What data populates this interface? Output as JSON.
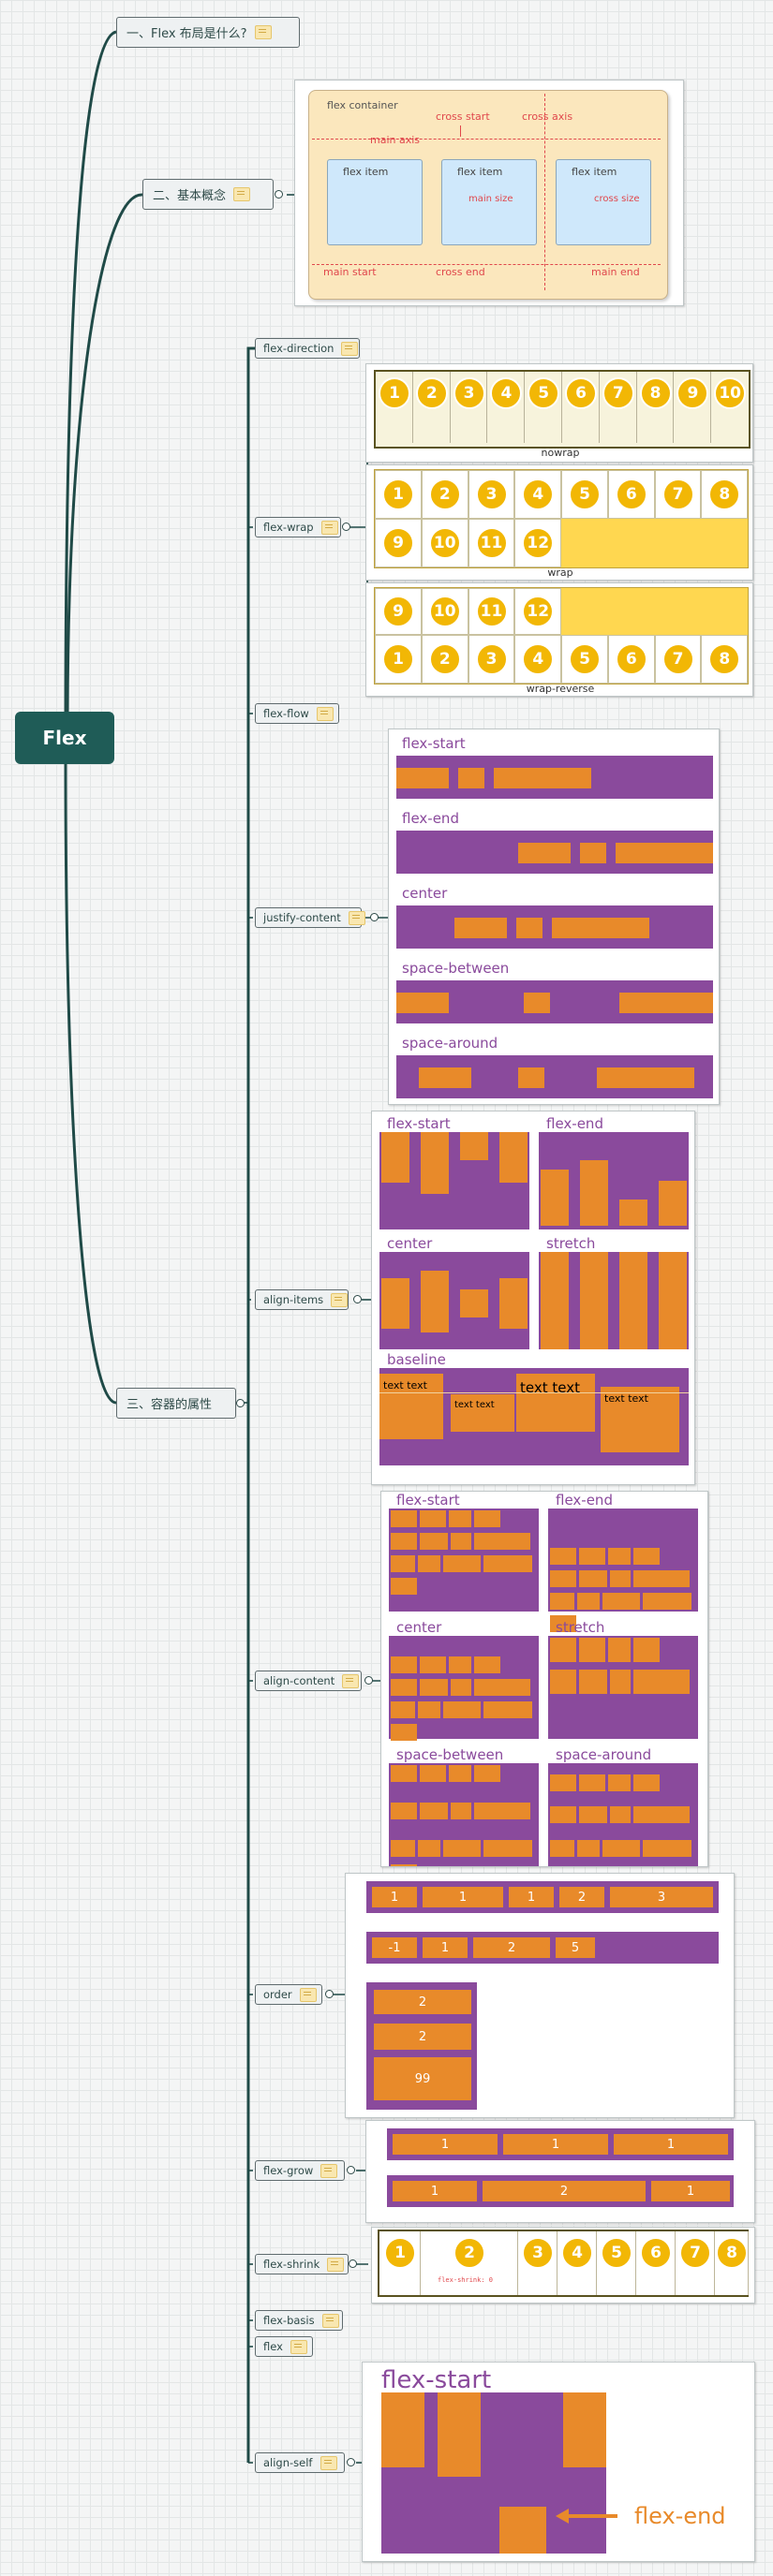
{
  "root": "Flex",
  "level1": [
    "一、Flex 布局是什么?",
    "二、基本概念",
    "三、容器的属性"
  ],
  "props": [
    "flex-direction",
    "flex-wrap",
    "flex-flow",
    "justify-content",
    "align-items",
    "align-content",
    "order",
    "flex-grow",
    "flex-shrink",
    "flex-basis",
    "flex",
    "align-self"
  ],
  "concept": {
    "container": "flex container",
    "cross_start": "cross start",
    "cross_axis": "cross axis",
    "main_axis": "main axis",
    "item1": "flex item",
    "item2": "flex item",
    "item3": "flex item",
    "main_size": "main size",
    "cross_size": "cross size",
    "main_start": "main start",
    "cross_end": "cross end",
    "main_end": "main end"
  },
  "wrap": {
    "nowrap_caption": "nowrap",
    "wrap_caption": "wrap",
    "wrap_reverse_caption": "wrap-reverse",
    "nowrap": [
      "1",
      "2",
      "3",
      "4",
      "5",
      "6",
      "7",
      "8",
      "9",
      "10"
    ],
    "row8": [
      "1",
      "2",
      "3",
      "4",
      "5",
      "6",
      "7",
      "8"
    ],
    "row4": [
      "9",
      "10",
      "11",
      "12"
    ]
  },
  "justify": [
    "flex-start",
    "flex-end",
    "center",
    "space-between",
    "space-around"
  ],
  "align_items": {
    "labels": [
      "flex-start",
      "flex-end",
      "center",
      "stretch",
      "baseline"
    ],
    "texts": [
      "text text",
      "text text",
      "text text",
      "text text"
    ]
  },
  "align_content": [
    "flex-start",
    "flex-end",
    "center",
    "stretch",
    "space-between",
    "space-around"
  ],
  "order": {
    "row1": [
      "1",
      "1",
      "1",
      "2",
      "3"
    ],
    "row2": [
      "-1",
      "1",
      "2",
      "5"
    ],
    "col": [
      "2",
      "2",
      "99"
    ]
  },
  "grow": {
    "row1": [
      "1",
      "1",
      "1"
    ],
    "row2": [
      "1",
      "2",
      "1"
    ]
  },
  "shrink": {
    "items": [
      "1",
      "2",
      "3",
      "4",
      "5",
      "6",
      "7",
      "8"
    ],
    "note": "flex-shrink: 0"
  },
  "align_self": {
    "start": "flex-start",
    "end": "flex-end"
  }
}
